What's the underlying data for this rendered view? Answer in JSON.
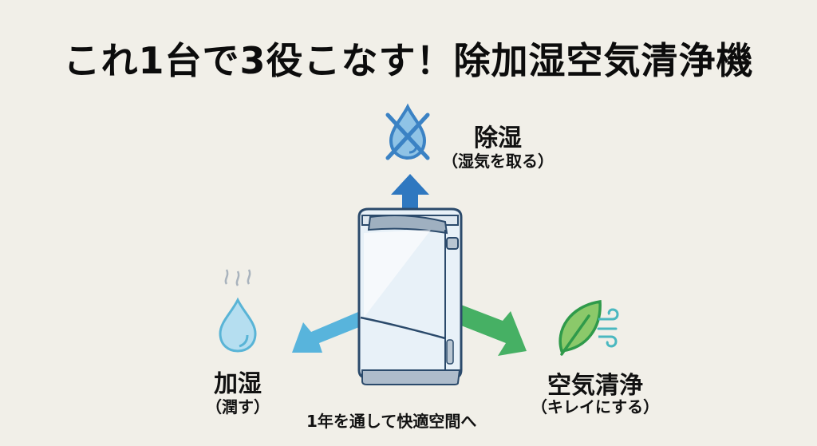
{
  "title": "これ1台で3役こなす！除加湿空気清浄機",
  "features": {
    "dehumidify": {
      "label": "除湿",
      "sub": "（湿気を取る）",
      "icon": "crossed-water-drop-icon",
      "arrow_color": "#2f78c0"
    },
    "humidify": {
      "label": "加湿",
      "sub": "（潤す）",
      "icon": "steaming-water-drop-icon",
      "arrow_color": "#58b4dc"
    },
    "purify": {
      "label": "空気清浄",
      "sub": "（キレイにする）",
      "icon": "leaf-wind-icon",
      "arrow_color": "#46b064"
    }
  },
  "device": {
    "name": "除加湿空気清浄機",
    "icon": "appliance-illustration"
  },
  "footer": "1年を通して快適空間へ",
  "colors": {
    "background": "#f1efe8",
    "outline": "#2b4a6b",
    "device_fill": "#e8f1f8"
  }
}
